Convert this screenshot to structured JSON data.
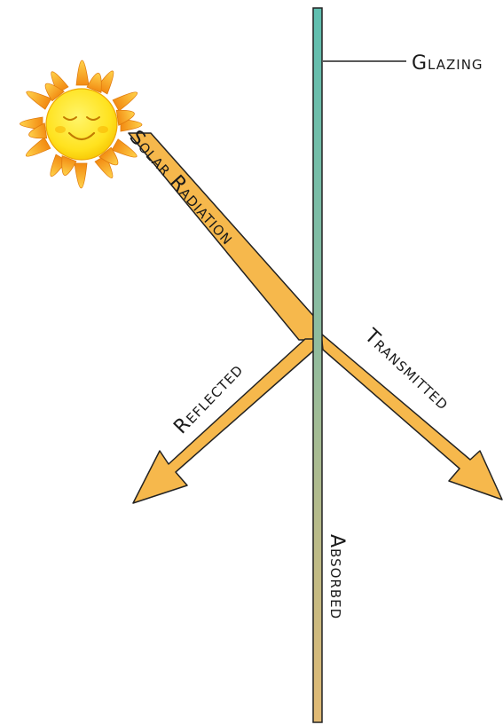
{
  "labels": {
    "glazing": "Glazing",
    "solar_radiation": "Solar Radiation",
    "reflected": "Reflected",
    "transmitted": "Transmitted",
    "absorbed": "Absorbed"
  },
  "colors": {
    "arrow_fill": "#F6B84C",
    "outline": "#222222",
    "glazing_top": "#5FBFB0",
    "glazing_bottom": "#E2BA74",
    "sun_face": "#FFE733",
    "sun_rays": "#F7A21E"
  },
  "icons": {
    "sun": "smiling-sun-icon"
  }
}
